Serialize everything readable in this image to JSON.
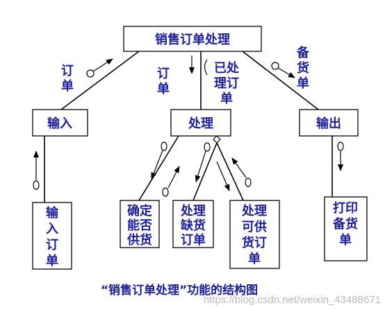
{
  "nodes": {
    "root": "销售订单处理",
    "input": "输入",
    "process": "处理",
    "output": "输出",
    "input_order": [
      "输",
      "入",
      "订",
      "单"
    ],
    "confirm_supply": [
      "确定",
      "能否",
      "供货"
    ],
    "backorder": [
      "处理",
      "缺货",
      "订单"
    ],
    "supply_order": [
      "处理",
      "可供",
      "货订",
      "单"
    ],
    "print_list": [
      "打印",
      "备货",
      "单"
    ]
  },
  "flow_labels": {
    "order_left": [
      "订",
      "单"
    ],
    "order_mid": [
      "订",
      "单"
    ],
    "processed_order": [
      "已处",
      "理订",
      "单"
    ],
    "stock_list": [
      "备",
      "货",
      "单"
    ]
  },
  "caption": "“销售订单处理”功能的结构图",
  "watermark": "https://blog.csdn.net/weixin_43488671"
}
